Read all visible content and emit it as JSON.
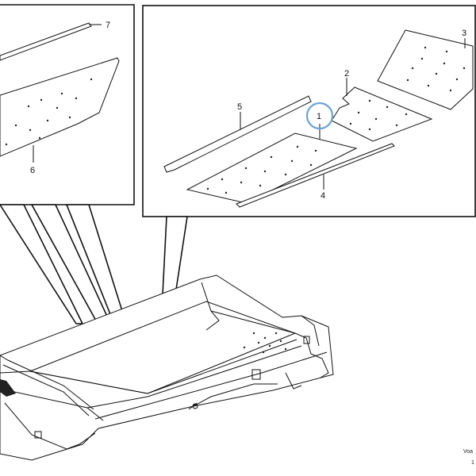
{
  "diagram": {
    "callouts": {
      "c1": "1",
      "c2": "2",
      "c3": "3",
      "c4": "4",
      "c5": "5",
      "c6": "6",
      "c7": "7"
    },
    "highlight_color": "#6aa3d8",
    "doc_code_partial": "Voa",
    "page_partial": "1"
  }
}
